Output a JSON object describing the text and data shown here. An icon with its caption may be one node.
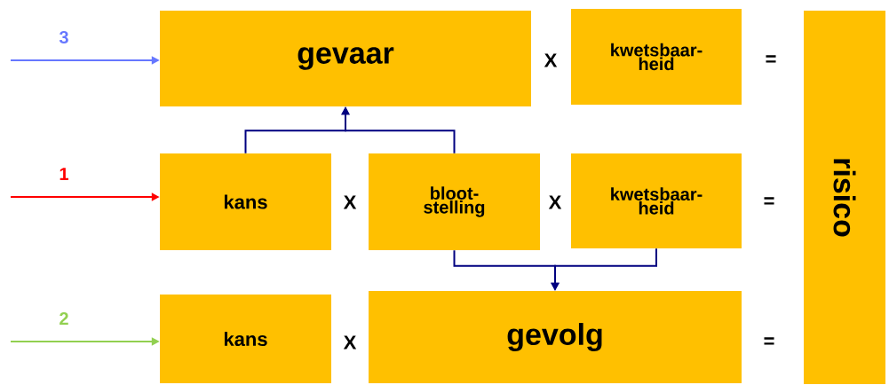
{
  "diagram": {
    "nodes": [
      {
        "text": [
          "gevaar"
        ]
      },
      {
        "text": [
          "kwetsbaar-heid"
        ]
      },
      {
        "text": [
          "risico"
        ]
      },
      {
        "text": [
          "kans"
        ]
      },
      {
        "text": [
          "bloot-stelling"
        ]
      },
      {
        "text": [
          "kwetsbaar-heid"
        ]
      },
      {
        "text": [
          "kans"
        ]
      },
      {
        "text": [
          "gevolg"
        ]
      }
    ],
    "edges": [
      {
        "from": null,
        "to": 0,
        "arrow": "to",
        "label": "3",
        "color": "#6677ff"
      },
      {
        "from": null,
        "to": 3,
        "arrow": "to",
        "label": "1",
        "color": "#ff0000"
      },
      {
        "from": null,
        "to": 6,
        "arrow": "to",
        "label": "2",
        "color": "#92d050"
      },
      {
        "from": 3,
        "to": 0,
        "arrow": "to"
      },
      {
        "from": 4,
        "to": 0,
        "arrow": "to"
      },
      {
        "from": 4,
        "to": 7,
        "arrow": "to"
      },
      {
        "from": 5,
        "to": 7,
        "arrow": "to"
      }
    ],
    "labels": [
      "X",
      "=",
      "X",
      "X",
      "=",
      "X",
      "="
    ]
  }
}
